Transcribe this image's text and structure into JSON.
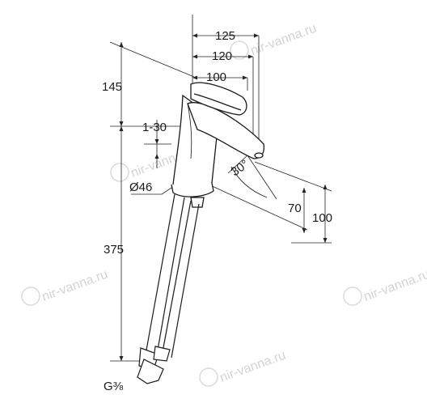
{
  "watermark": "nir-vanna.ru",
  "dimensions": {
    "w125": "125",
    "w120": "120",
    "w100": "100",
    "h145": "145",
    "h130": "1-30",
    "d46": "Ø46",
    "h375": "375",
    "angle30": "30°",
    "v70": "70",
    "v100": "100",
    "thread": "G⅜"
  }
}
